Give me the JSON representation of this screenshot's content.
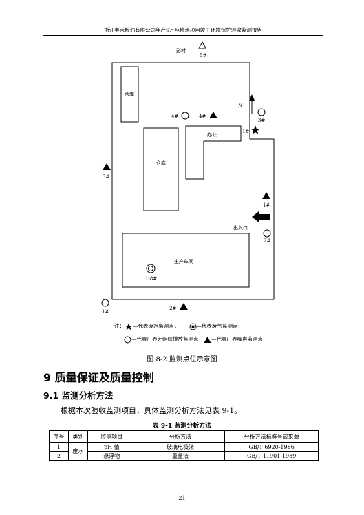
{
  "header": "浙江丰禾粮油有限公司年产6万吨精米项目竣工环境保护验收监测报告",
  "map": {
    "village": "彭村",
    "warehouse_a": "仓库",
    "warehouse_b": "仓库",
    "office": "办公",
    "north": "N",
    "entrance": "出入口",
    "workshop": "生产车间",
    "points": {
      "noise_5": "5#",
      "unorg_4": "4#",
      "noise_4": "4#",
      "unorg_3": "3#",
      "water_1": "1#",
      "noise_3": "3#",
      "noise_1": "1#",
      "unorg_2": "2#",
      "gas_1_8": "1-8#",
      "unorg_1": "1#",
      "noise_2": "2#"
    }
  },
  "legend": {
    "prefix": "注：",
    "water": "—代表废水监测点，",
    "gas": "—代表废气监测点，",
    "unorg": "—代表厂界无组织排放监测点，",
    "noise": "—代表厂界噪声监测点"
  },
  "figure_caption": "图 8-2   监测点位示意图",
  "section_title": "9 质量保证及质量控制",
  "subsection_title": "9.1 监测分析方法",
  "paragraph": "根据本次验收监测项目，具体监测分析方法见表 9-1。",
  "table_caption": "表 9-1   监测分析方法",
  "table": {
    "headers": [
      "序号",
      "类别",
      "监测项目",
      "分析方法",
      "分析方法标准号或来源"
    ],
    "category": "废水",
    "rows": [
      {
        "no": "1",
        "item": "pH 值",
        "method": "玻璃电极法",
        "standard": "GB/T 6920-1986"
      },
      {
        "no": "2",
        "item": "悬浮物",
        "method": "重量法",
        "standard": "GB/T 11901-1989"
      }
    ]
  },
  "page_number": "21"
}
